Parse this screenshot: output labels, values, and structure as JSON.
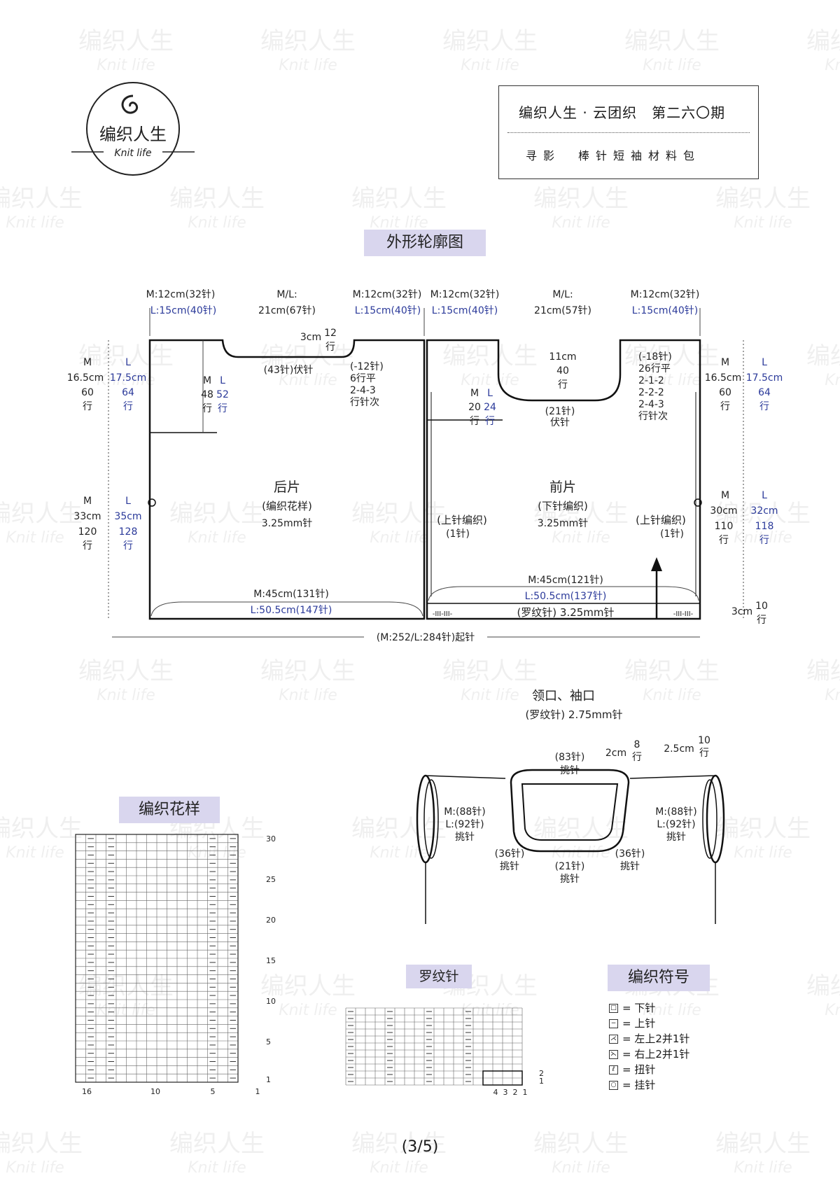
{
  "watermark": {
    "cn": "编织人生",
    "en": "Knit life"
  },
  "logo": {
    "cn": "编织人生",
    "en": "Knit life"
  },
  "header": {
    "title": "编织人生 · 云团织　第二六〇期",
    "subtitle": "寻影　棒针短袖材料包"
  },
  "section_titles": {
    "outline": "外形轮廓图",
    "pattern": "编织花样",
    "rib": "罗纹针",
    "symbols": "编织符号",
    "neck": "领口、袖口",
    "neck_note": "(罗纹针) 2.75mm针"
  },
  "outline": {
    "top_left_m": "M:12cm(32针)",
    "top_left_l": "L:15cm(40针)",
    "back_neck_ml": "M/L:",
    "back_neck_w": "21cm(67针)",
    "top_mid1_m": "M:12cm(32针)",
    "top_mid1_l": "L:15cm(40针)",
    "top_mid2_m": "M:12cm(32针)",
    "top_mid2_l": "L:15cm(40针)",
    "front_neck_ml": "M/L:",
    "front_neck_w": "21cm(57针)",
    "top_right_m": "M:12cm(32针)",
    "top_right_l": "L:15cm(40针)",
    "back_neck_depth": "3cm",
    "back_neck_rows": "12",
    "row_unit": "行",
    "back_bind": "(43针)伏针",
    "back_dec1": "(-12针)",
    "back_dec2": "6行平",
    "back_dec3": "2-4-3",
    "back_dec4": "行针次",
    "left_m": "M",
    "left_l": "L",
    "left_m_cm": "16.5cm",
    "left_l_cm": "17.5cm",
    "left_m_rows": "60",
    "left_l_rows": "64",
    "arm_m": "M",
    "arm_l": "L",
    "arm_m_rows": "48",
    "arm_l_rows": "52",
    "body_m": "M",
    "body_l": "L",
    "body_m_cm": "33cm",
    "body_l_cm": "35cm",
    "body_m_rows": "120",
    "body_l_rows": "128",
    "back_name": "后片",
    "back_style": "(编织花样)",
    "back_needle": "3.25mm针",
    "back_bottom_m": "M:45cm(131针)",
    "back_bottom_l": "L:50.5cm(147针)",
    "front_neck_depth": "11cm",
    "front_neck_rows": "40",
    "front_dec1": "(-18针)",
    "front_dec2": "26行平",
    "front_dec3": "2-1-2",
    "front_dec4": "2-2-2",
    "front_dec5": "2-4-3",
    "front_dec6": "行针次",
    "front_bind": "(21针)",
    "front_bind2": "伏针",
    "farm_m": "M",
    "farm_l": "L",
    "farm_m_rows": "20",
    "farm_l_rows": "24",
    "front_name": "前片",
    "front_style": "(下针编织)",
    "front_needle": "3.25mm针",
    "purl_left": "(上针编织)",
    "purl_left_st": "(1针)",
    "purl_right": "(上针编织)",
    "purl_right_st": "(1针)",
    "front_bottom_m": "M:45cm(121针)",
    "front_bottom_l": "L:50.5cm(137针)",
    "rib_label": "(罗纹针) 3.25mm针",
    "rib_mark": "-III-III-",
    "right_m": "M",
    "right_l": "L",
    "right_m_cm": "16.5cm",
    "right_l_cm": "17.5cm",
    "right_m_rows": "60",
    "right_l_rows": "64",
    "rbody_m": "M",
    "rbody_l": "L",
    "rbody_m_cm": "30cm",
    "rbody_l_cm": "32cm",
    "rbody_m_rows": "110",
    "rbody_l_rows": "118",
    "rib_h": "3cm",
    "rib_rows": "10",
    "cast_on": "(M:252/L:284针)起针"
  },
  "neck": {
    "pick83": "(83针)",
    "pick_word": "挑针",
    "h2": "2cm",
    "h2_rows": "8",
    "h25": "2.5cm",
    "h25_rows": "10",
    "left_m": "M:(88针)",
    "left_l": "L:(92针)",
    "right_m": "M:(88针)",
    "right_l": "L:(92针)",
    "p36a": "(36针)",
    "p21": "(21针)",
    "p36b": "(36针)",
    "row_unit": "行"
  },
  "pattern_axis": {
    "x": [
      "16",
      "10",
      "5",
      "1"
    ],
    "y": [
      "30",
      "25",
      "20",
      "15",
      "10",
      "5",
      "1"
    ]
  },
  "rib_axis": {
    "x": [
      "4",
      "3",
      "2",
      "1"
    ],
    "y": [
      "2",
      "1"
    ]
  },
  "legend": [
    {
      "sym": "□",
      "label": "= 下针"
    },
    {
      "sym": "−",
      "label": "= 上针"
    },
    {
      "sym": "⋌",
      "label": "= 左上2并1针"
    },
    {
      "sym": "⋋",
      "label": "= 右上2并1针"
    },
    {
      "sym": "ℓ",
      "label": "= 扭针"
    },
    {
      "sym": "○",
      "label": "= 挂针"
    }
  ],
  "page_number": "(3/5)"
}
